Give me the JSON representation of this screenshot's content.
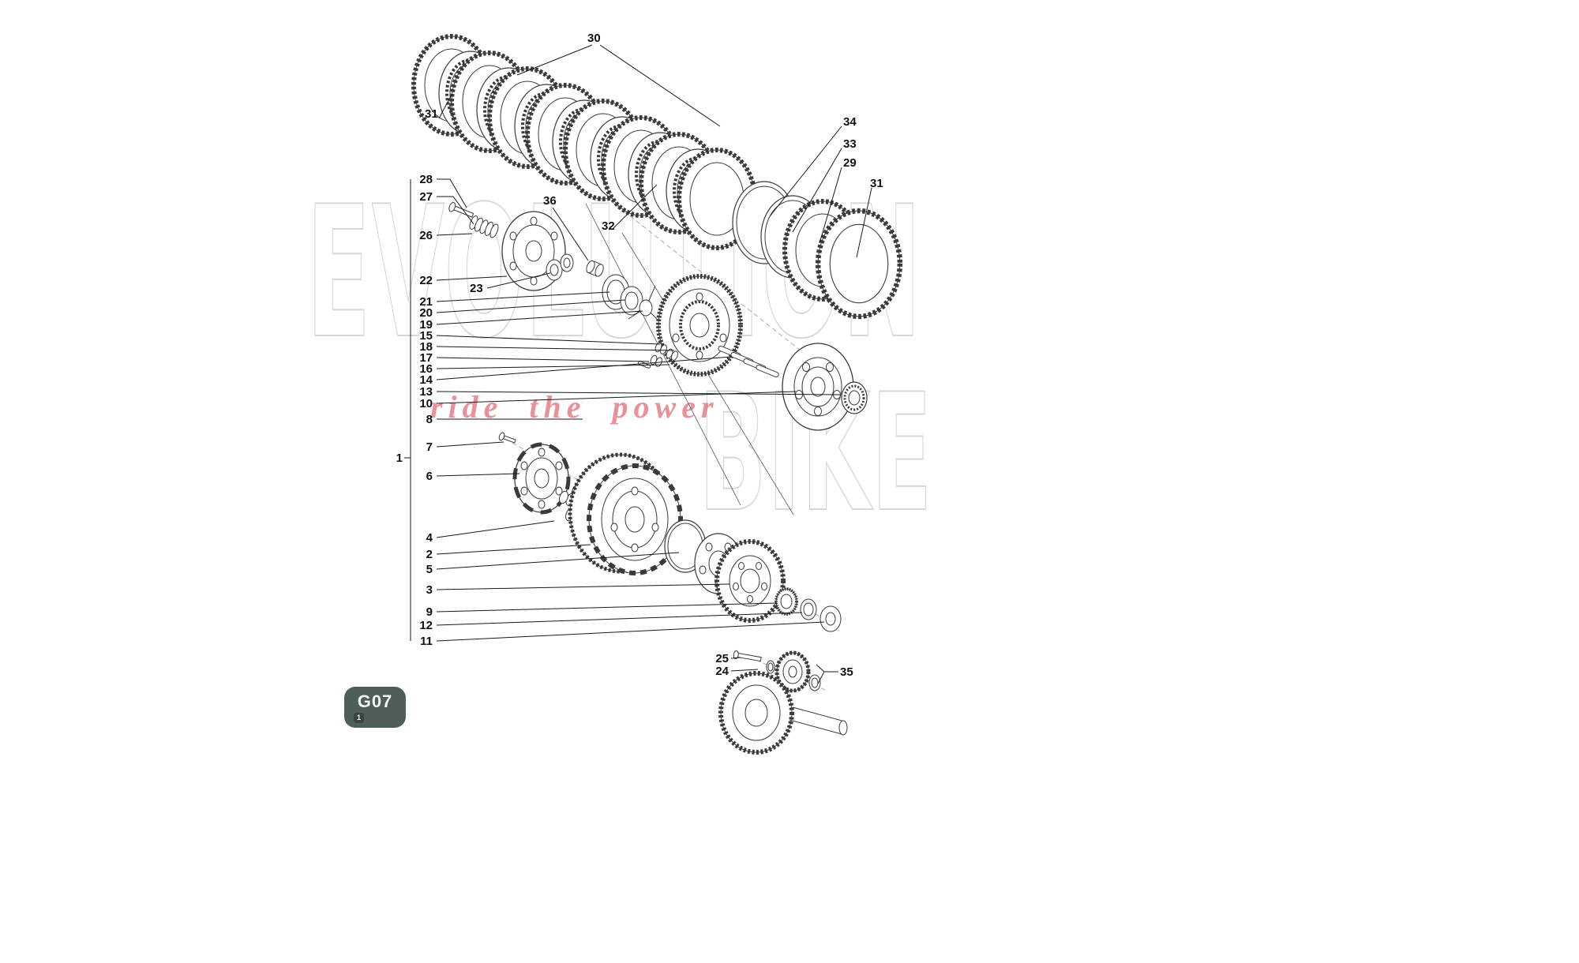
{
  "watermark": {
    "line1": "EVOLUTION",
    "line2": "BIKE",
    "tagline": "ride the power",
    "outline_color": "#d7d7d7",
    "tagline_color": "#de5562"
  },
  "badge": {
    "code": "G07",
    "sub": "1",
    "bg_color": "#4e5f58"
  },
  "diagram_title": "clutch-exploded-view",
  "part_labels": [
    {
      "id": "30",
      "text": "30"
    },
    {
      "id": "31-top-left",
      "text": "31"
    },
    {
      "id": "34",
      "text": "34"
    },
    {
      "id": "33",
      "text": "33"
    },
    {
      "id": "29",
      "text": "29"
    },
    {
      "id": "31-right",
      "text": "31"
    },
    {
      "id": "28",
      "text": "28"
    },
    {
      "id": "27",
      "text": "27"
    },
    {
      "id": "26",
      "text": "26"
    },
    {
      "id": "36",
      "text": "36"
    },
    {
      "id": "22",
      "text": "22"
    },
    {
      "id": "23",
      "text": "23"
    },
    {
      "id": "21",
      "text": "21"
    },
    {
      "id": "20",
      "text": "20"
    },
    {
      "id": "19",
      "text": "19"
    },
    {
      "id": "15",
      "text": "15"
    },
    {
      "id": "18",
      "text": "18"
    },
    {
      "id": "17",
      "text": "17"
    },
    {
      "id": "16",
      "text": "16"
    },
    {
      "id": "14",
      "text": "14"
    },
    {
      "id": "13",
      "text": "13"
    },
    {
      "id": "10",
      "text": "10"
    },
    {
      "id": "8",
      "text": "8"
    },
    {
      "id": "32",
      "text": "32"
    },
    {
      "id": "7",
      "text": "7"
    },
    {
      "id": "1",
      "text": "1"
    },
    {
      "id": "6",
      "text": "6"
    },
    {
      "id": "4",
      "text": "4"
    },
    {
      "id": "2",
      "text": "2"
    },
    {
      "id": "5",
      "text": "5"
    },
    {
      "id": "3",
      "text": "3"
    },
    {
      "id": "9",
      "text": "9"
    },
    {
      "id": "12",
      "text": "12"
    },
    {
      "id": "11",
      "text": "11"
    },
    {
      "id": "25",
      "text": "25"
    },
    {
      "id": "24",
      "text": "24"
    },
    {
      "id": "35",
      "text": "35"
    }
  ]
}
